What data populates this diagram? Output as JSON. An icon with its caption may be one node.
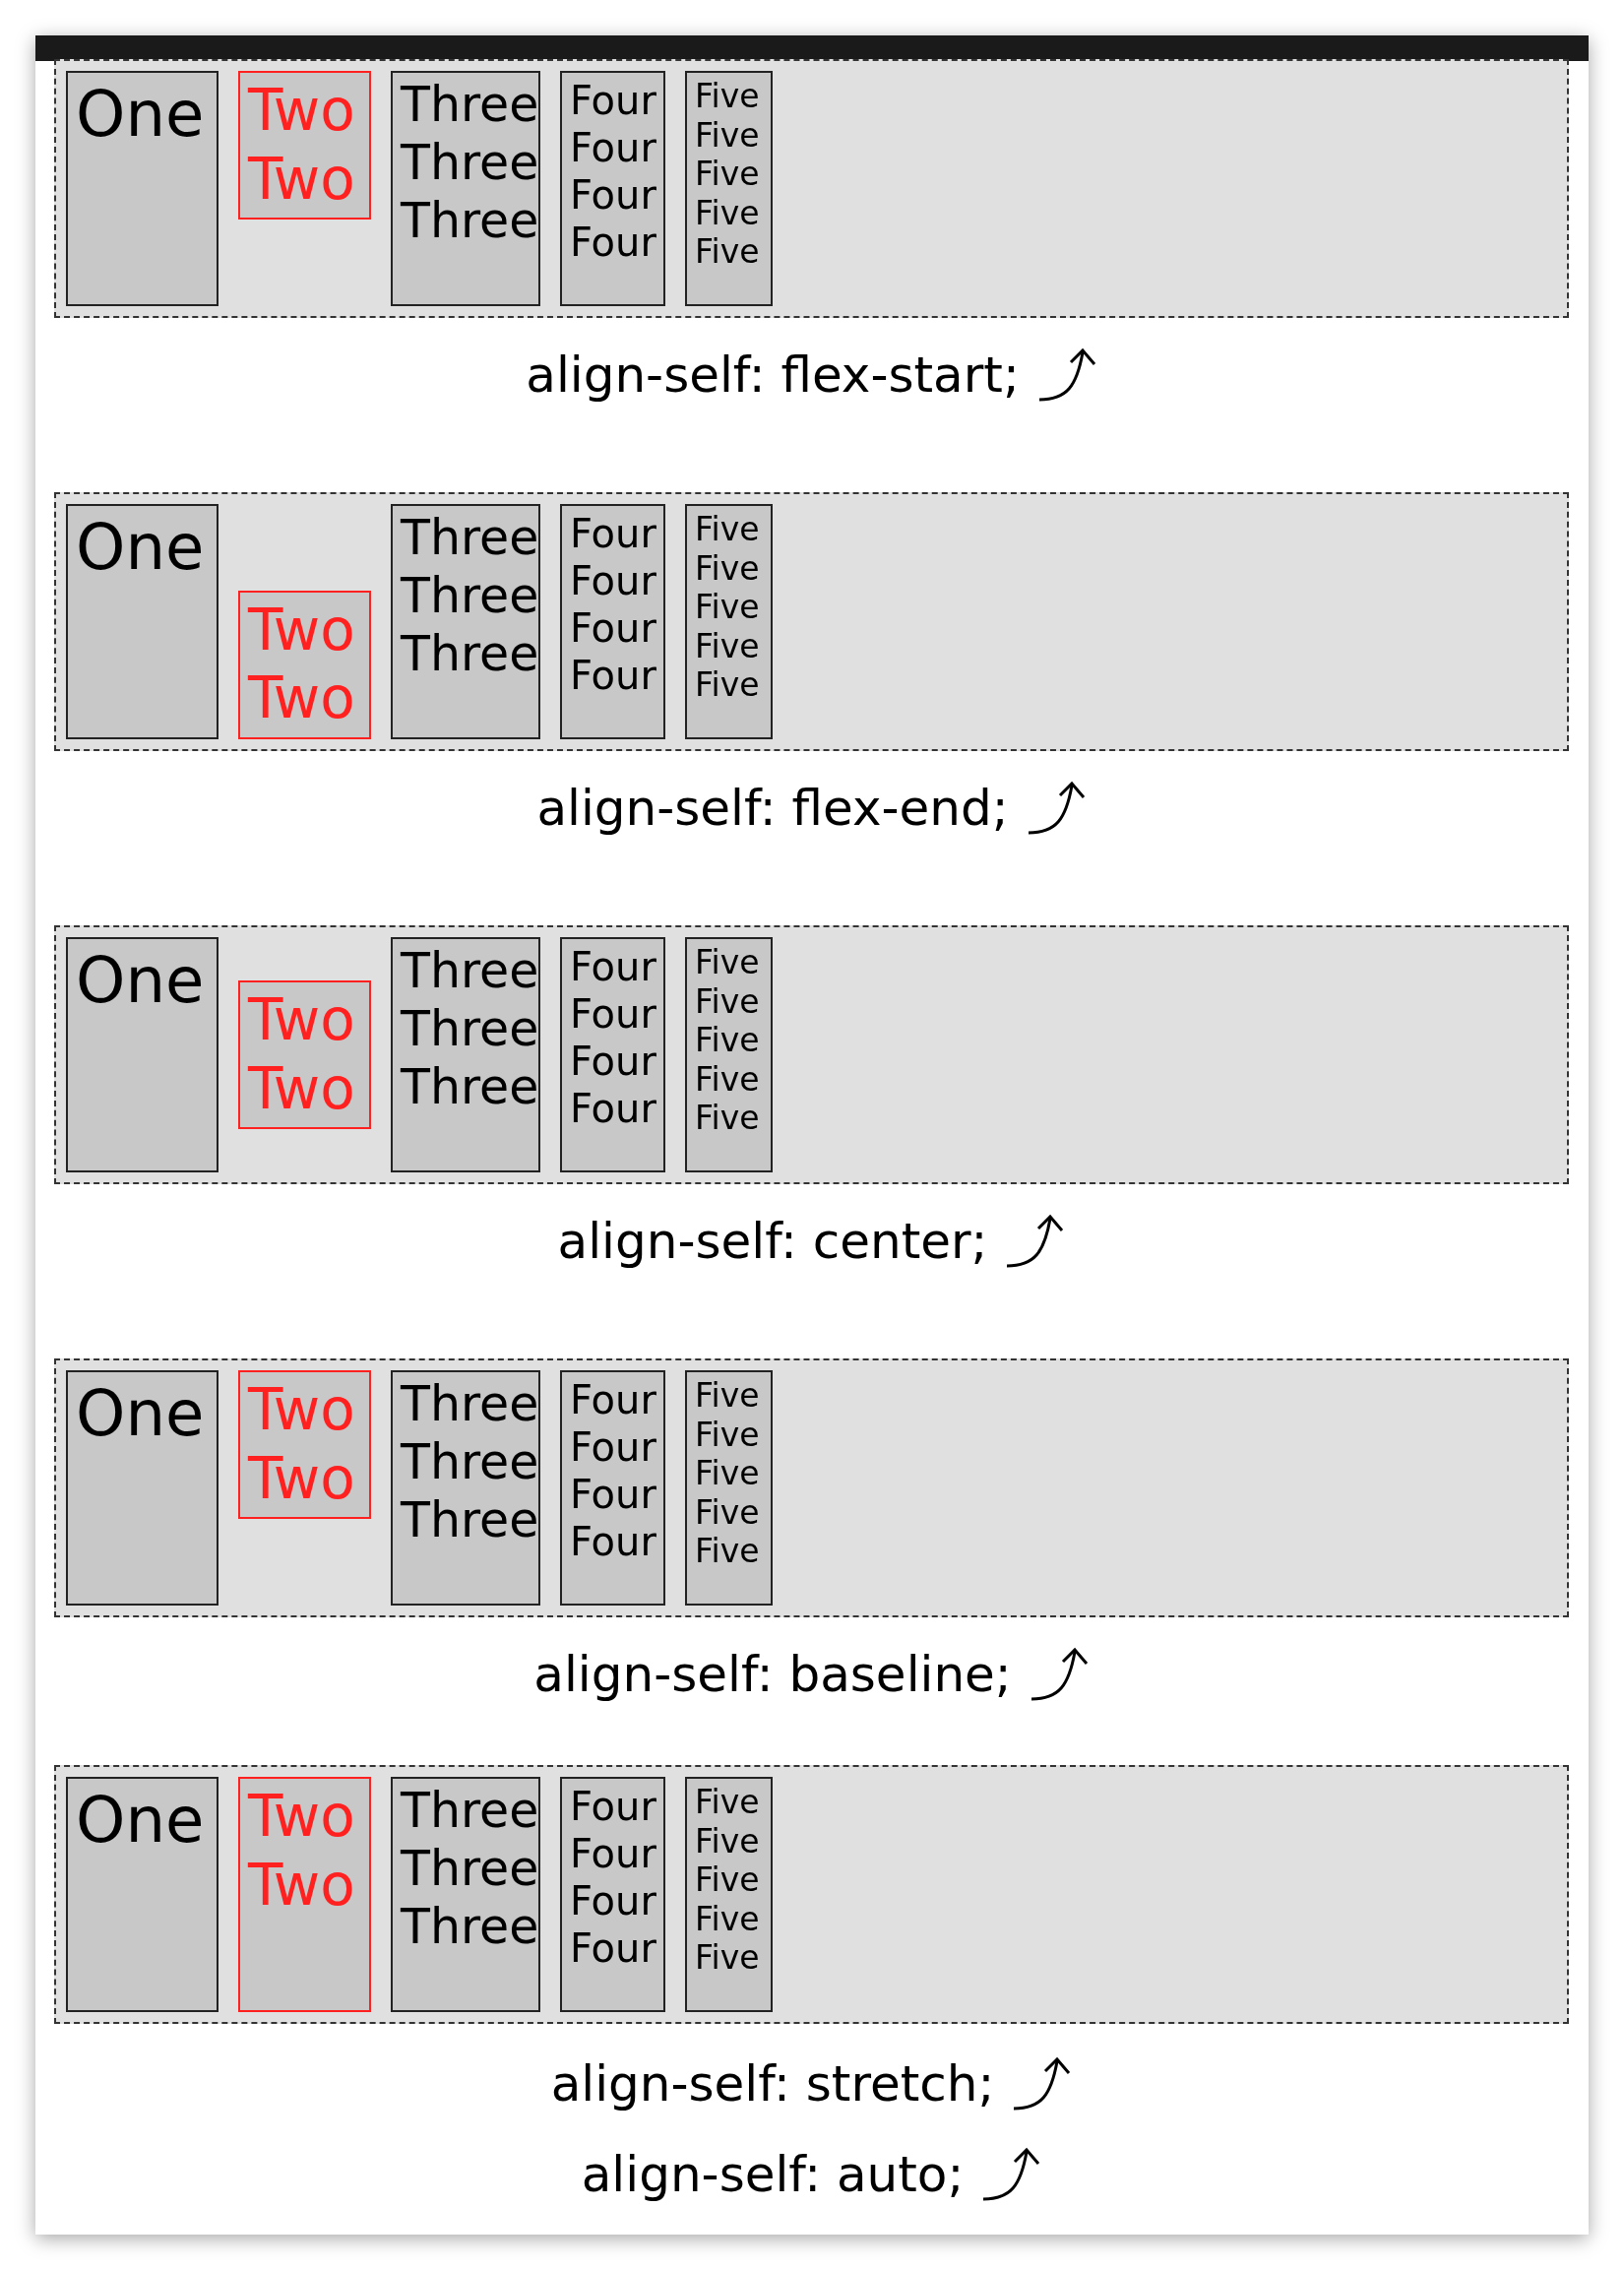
{
  "diagram": {
    "nodes": [
      {
        "text": [],
        "shape": "bar"
      },
      {
        "text": [],
        "shape": "box"
      },
      {
        "text": [
          "One"
        ],
        "in": 1
      },
      {
        "text": [
          "Two Two"
        ],
        "in": 1
      },
      {
        "text": [
          "Three Three Three"
        ],
        "in": 1
      },
      {
        "text": [
          "Four Four Four Four"
        ],
        "in": 1
      },
      {
        "text": [
          "Five Five Five Five Five"
        ],
        "in": 1
      },
      {
        "text": [],
        "shape": "box"
      },
      {
        "text": [
          "One"
        ],
        "in": 7
      },
      {
        "text": [
          "Two Two"
        ],
        "in": 7
      },
      {
        "text": [
          "Three Three Three"
        ],
        "in": 7
      },
      {
        "text": [
          "Four Four Four Four"
        ],
        "in": 7
      },
      {
        "text": [
          "Five Five Five Five Five"
        ],
        "in": 7
      },
      {
        "text": [],
        "shape": "box"
      },
      {
        "text": [
          "One"
        ],
        "in": 13
      },
      {
        "text": [
          "Two Two"
        ],
        "in": 13
      },
      {
        "text": [
          "Three Three Three"
        ],
        "in": 13
      },
      {
        "text": [
          "Four Four Four Four"
        ],
        "in": 13
      },
      {
        "text": [
          "Five Five Five Five Five"
        ],
        "in": 13
      },
      {
        "text": [],
        "shape": "box"
      },
      {
        "text": [
          "One"
        ],
        "in": 19
      },
      {
        "text": [
          "Two Two"
        ],
        "in": 19
      },
      {
        "text": [
          "Three Three Three"
        ],
        "in": 19
      },
      {
        "text": [
          "Four Four Four Four"
        ],
        "in": 19
      },
      {
        "text": [
          "Five Five Five Five Five"
        ],
        "in": 19
      },
      {
        "text": [],
        "shape": "box"
      },
      {
        "text": [
          "One"
        ],
        "in": 25
      },
      {
        "text": [
          "Two Two"
        ],
        "in": 25
      },
      {
        "text": [
          "Three Three Three"
        ],
        "in": 25
      },
      {
        "text": [
          "Four Four Four Four"
        ],
        "in": 25
      },
      {
        "text": [
          "Five Five Five Five Five"
        ],
        "in": 25
      }
    ],
    "edges": [],
    "labels": [
      "align-self: flex-start;",
      "align-self: flex-end;",
      "align-self: center;",
      "align-self: baseline;",
      "align-self: stretch;",
      "align-self: auto;"
    ]
  }
}
